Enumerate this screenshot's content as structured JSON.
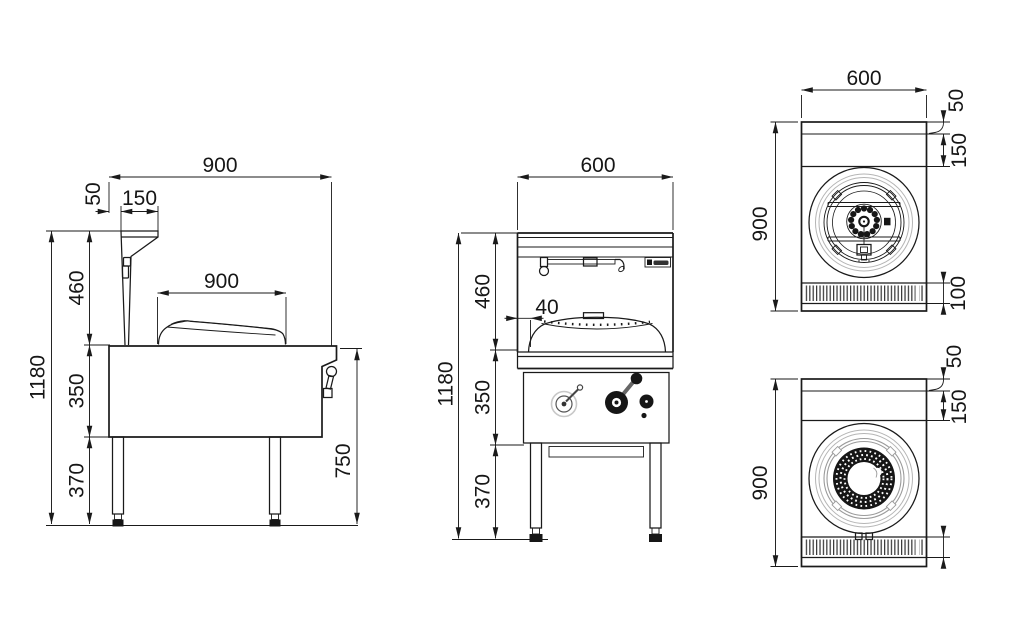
{
  "views": {
    "side": {
      "dims": {
        "overall_depth": "900",
        "rear_gap": "50",
        "shelf_depth": "150",
        "upper_height": "460",
        "body_height": "350",
        "leg_height": "370",
        "overall_height": "1180",
        "wok_width": "900",
        "worktop_height": "750"
      }
    },
    "front": {
      "dims": {
        "overall_width": "600",
        "upper_height": "460",
        "body_height": "350",
        "leg_height": "370",
        "overall_height": "1180",
        "wok_offset": "40"
      }
    },
    "plan_jet": {
      "dims": {
        "overall_width": "600",
        "rear_edge": "50",
        "shelf_depth": "150",
        "overall_depth": "900",
        "grille_depth": "100"
      }
    },
    "plan_ring": {
      "dims": {
        "rear_edge": "50",
        "shelf_depth": "150",
        "overall_depth": "900"
      }
    }
  }
}
